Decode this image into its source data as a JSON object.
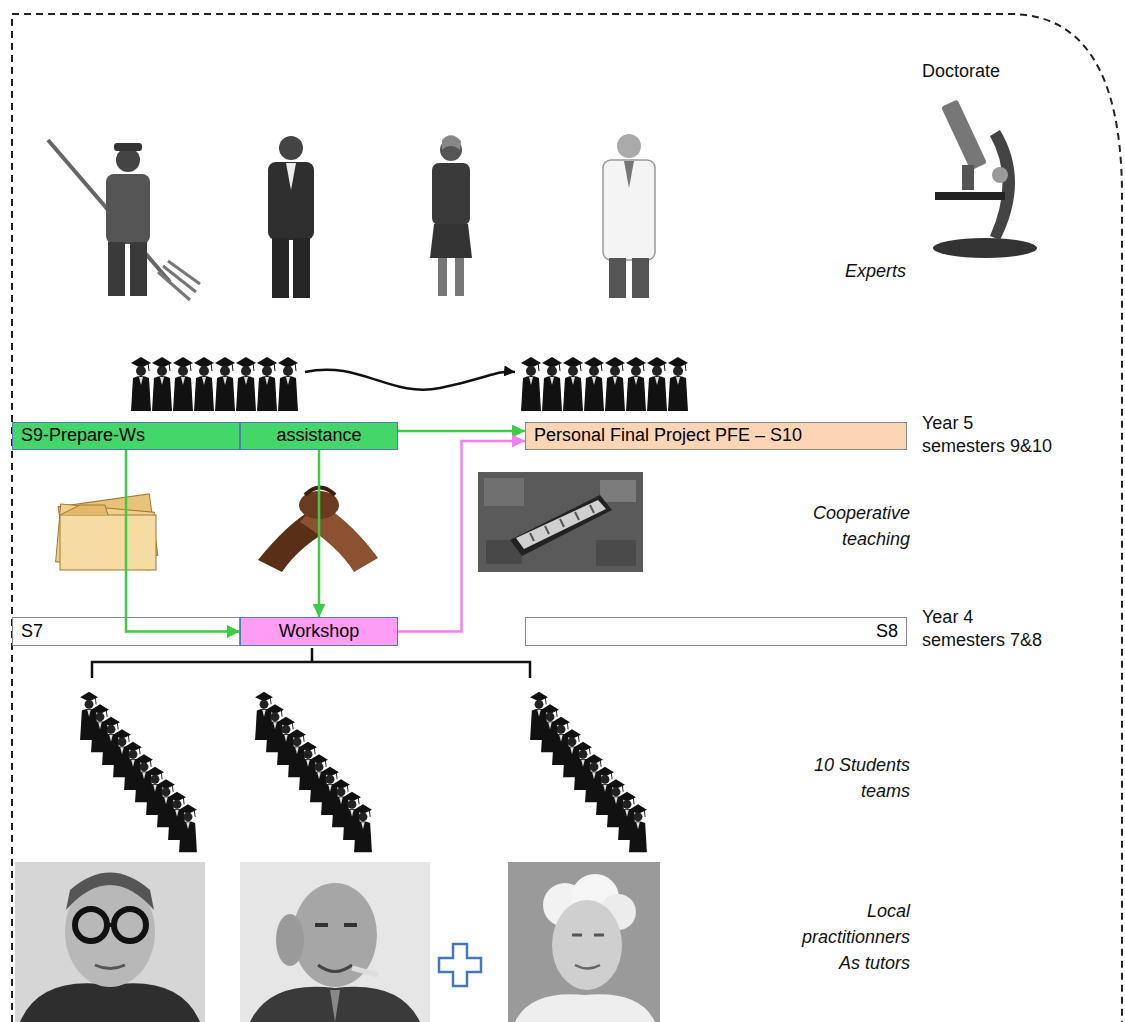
{
  "diagram": {
    "nodes": [
      {
        "text": [
          "S9-Prepare-Ws"
        ]
      },
      {
        "text": [
          "assistance"
        ]
      },
      {
        "text": [
          "Personal Final Project PFE – S10"
        ]
      },
      {
        "text": [
          "S7"
        ]
      },
      {
        "text": [
          "Workshop"
        ]
      },
      {
        "text": [
          "S8"
        ]
      }
    ],
    "edges": [
      {
        "from": 0,
        "to": 4,
        "arrow": "to"
      },
      {
        "from": 1,
        "to": 4,
        "arrow": "to"
      },
      {
        "from": 1,
        "to": 2,
        "arrow": "to"
      },
      {
        "from": 4,
        "to": 2,
        "arrow": "to"
      }
    ],
    "labels": [
      "Doctorate",
      "Experts",
      "Year 5 semesters 9&10",
      "Cooperative teaching",
      "Year 4 semesters 7&8",
      "10 Students teams",
      "Local practitionners As tutors"
    ]
  }
}
